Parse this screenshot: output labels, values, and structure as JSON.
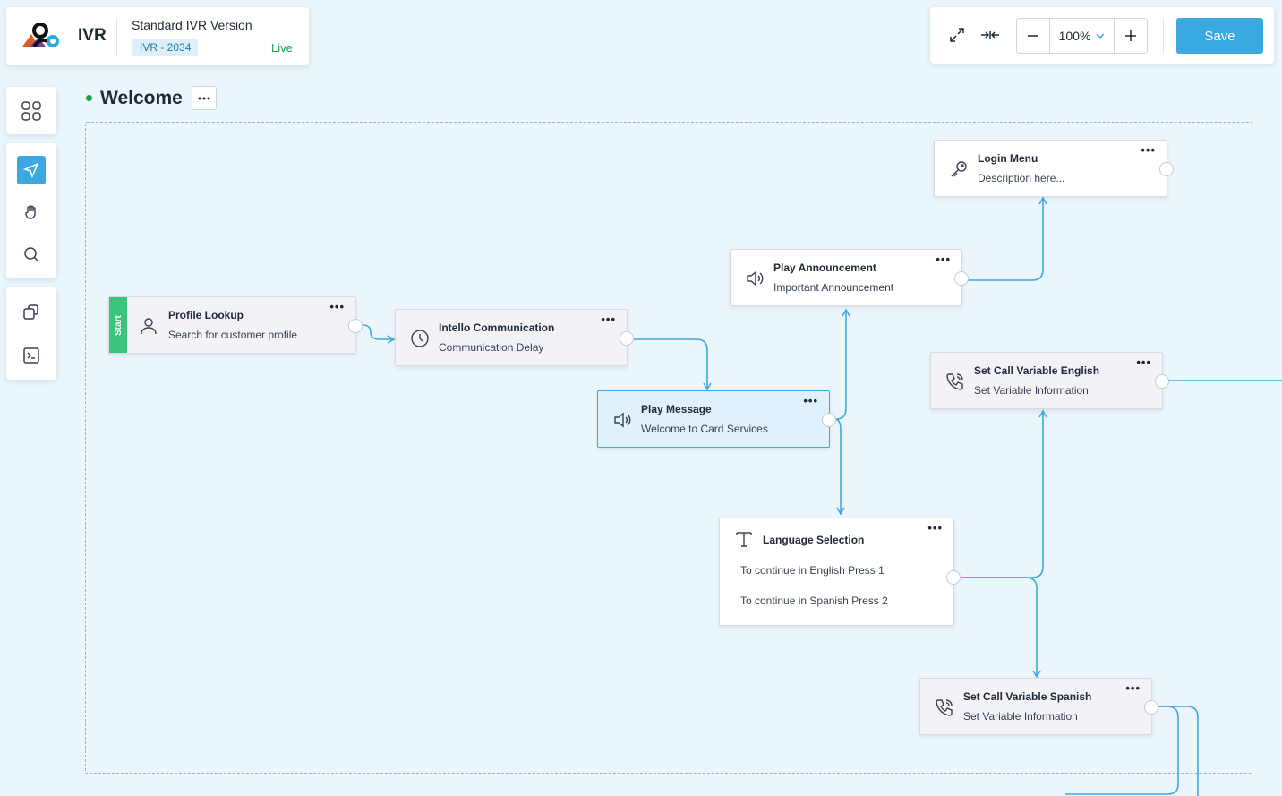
{
  "brand": {
    "app_name": "IVR",
    "version_title": "Standard IVR Version",
    "version_badge": "IVR - 2034",
    "status": "Live"
  },
  "toolbar": {
    "zoom_value": "100%",
    "save_label": "Save"
  },
  "flow": {
    "title": "Welcome"
  },
  "nodes": {
    "profile_lookup": {
      "title": "Profile Lookup",
      "subtitle": "Search for customer profile",
      "tag": "Start",
      "icon": "user-icon"
    },
    "intello": {
      "title": "Intello Communication",
      "subtitle": "Communication Delay",
      "icon": "clock-icon"
    },
    "play_message": {
      "title": "Play Message",
      "subtitle": "Welcome to Card Services",
      "icon": "speaker-icon"
    },
    "play_announcement": {
      "title": "Play Announcement",
      "subtitle": "Important Announcement",
      "icon": "speaker-icon"
    },
    "login_menu": {
      "title": "Login Menu",
      "subtitle": "Description here...",
      "icon": "key-icon"
    },
    "set_var_english": {
      "title": "Set Call Variable English",
      "subtitle": "Set Variable Information",
      "icon": "phone-icon"
    },
    "language_selection": {
      "title": "Language Selection",
      "option1": "To continue in English Press 1",
      "option2": "To continue in Spanish Press 2",
      "icon": "text-icon"
    },
    "set_var_spanish": {
      "title": "Set Call Variable Spanish",
      "subtitle": "Set Variable Information",
      "icon": "phone-icon"
    }
  },
  "colors": {
    "accent": "#3aa9e2",
    "live": "#16a34a",
    "start": "#3cc47c",
    "edge": "#3aa9e2"
  }
}
